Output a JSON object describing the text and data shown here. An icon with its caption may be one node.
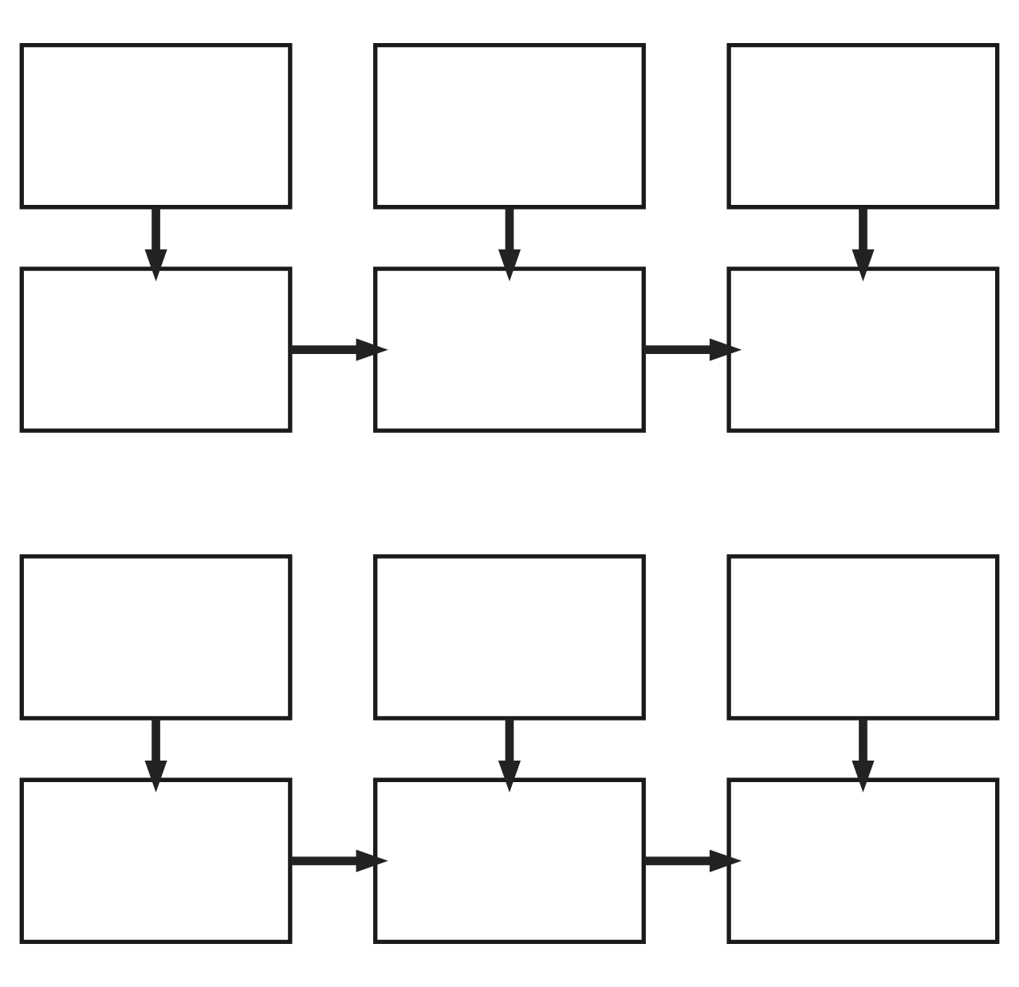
{
  "diagram": {
    "nodes": [
      {
        "text": [],
        "shape": "box"
      },
      {
        "text": [],
        "shape": "box"
      },
      {
        "text": [],
        "shape": "box"
      },
      {
        "text": [],
        "shape": "box"
      },
      {
        "text": [],
        "shape": "box"
      },
      {
        "text": [],
        "shape": "box"
      },
      {
        "text": [],
        "shape": "box"
      },
      {
        "text": [],
        "shape": "box"
      },
      {
        "text": [],
        "shape": "box"
      },
      {
        "text": [],
        "shape": "box"
      },
      {
        "text": [],
        "shape": "box"
      },
      {
        "text": [],
        "shape": "box"
      }
    ],
    "edges": [
      {
        "from": 0,
        "to": 3,
        "arrow": "to"
      },
      {
        "from": 1,
        "to": 4,
        "arrow": "to"
      },
      {
        "from": 2,
        "to": 5,
        "arrow": "to"
      },
      {
        "from": 3,
        "to": 4,
        "arrow": "to"
      },
      {
        "from": 4,
        "to": 5,
        "arrow": "to"
      },
      {
        "from": 6,
        "to": 9,
        "arrow": "to"
      },
      {
        "from": 7,
        "to": 10,
        "arrow": "to"
      },
      {
        "from": 8,
        "to": 11,
        "arrow": "to"
      },
      {
        "from": 9,
        "to": 10,
        "arrow": "to"
      },
      {
        "from": 10,
        "to": 11,
        "arrow": "to"
      }
    ]
  }
}
